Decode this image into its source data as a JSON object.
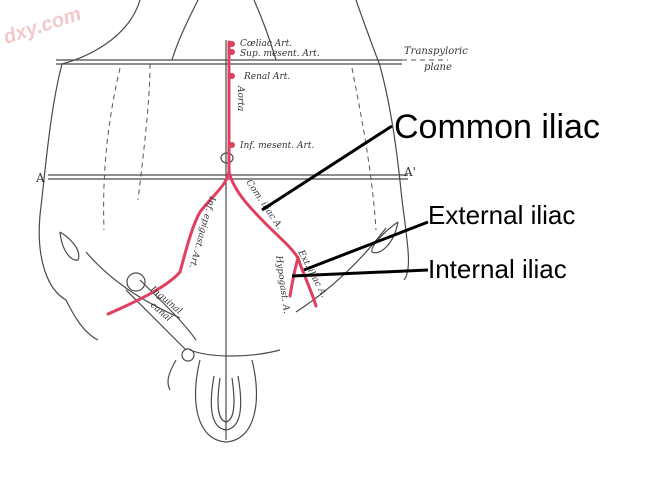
{
  "watermark": "dxy.com",
  "labels": {
    "common_iliac": "Common iliac",
    "external_iliac": "External iliac",
    "internal_iliac": "Internal iliac"
  },
  "annotations": {
    "coeliac_art": "Cœliac Art.",
    "sup_mesent_art": "Sup. mesent. Art.",
    "renal_art": "Renal Art.",
    "aorta": "Aorta",
    "inf_mesent_art": "Inf. mesent. Art.",
    "transpyloric": "Transpyloric",
    "plane": "plane",
    "a_left": "A",
    "a_right": "A'",
    "com_iliac": "Com. iliac A.",
    "ext_iliac": "Ext. iliac A.",
    "hypogast": "Hypogast. A.",
    "inf_epigast": "Inf. epigast. Art.",
    "inguinal": "Inguinal",
    "canal": "canal"
  },
  "colors": {
    "artery": "#e0405e",
    "outline": "#4a4a4a",
    "label": "#000000"
  }
}
